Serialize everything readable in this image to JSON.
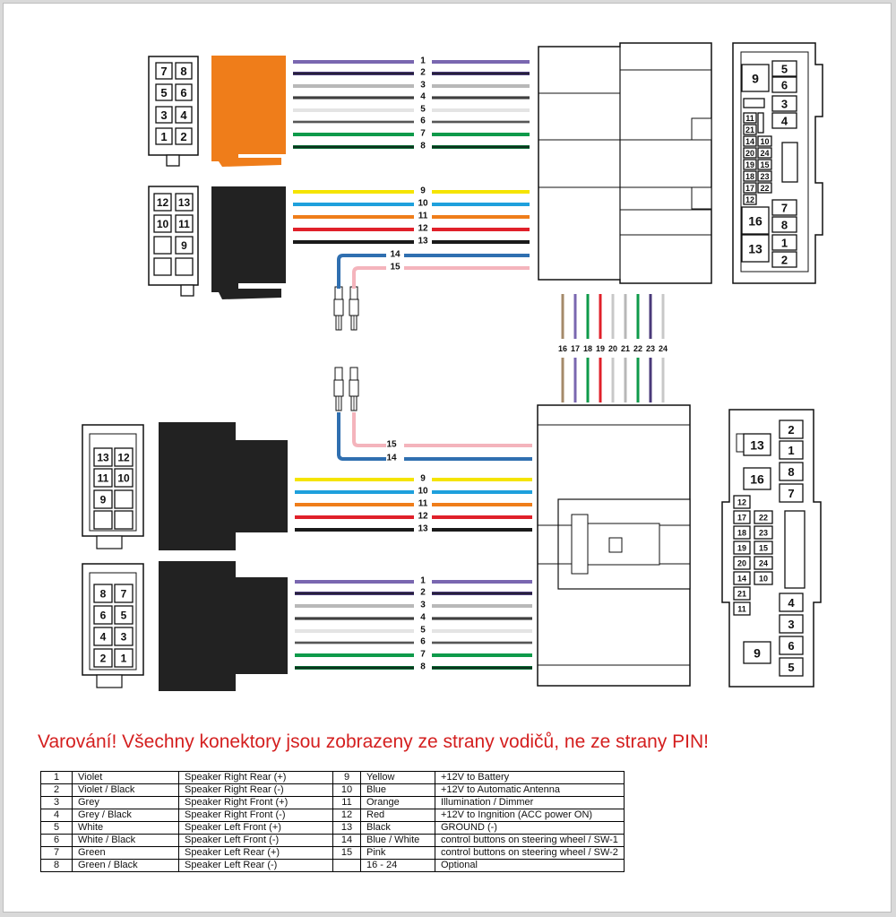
{
  "pins": {
    "p1": "1",
    "p2": "2",
    "p3": "3",
    "p4": "4",
    "p5": "5",
    "p6": "6",
    "p7": "7",
    "p8": "8",
    "p9": "9",
    "p10": "10",
    "p11": "11",
    "p12": "12",
    "p13": "13",
    "p14": "14",
    "p15": "15",
    "p16": "16",
    "p17": "17",
    "p18": "18",
    "p19": "19",
    "p20": "20",
    "p21": "21",
    "p22": "22",
    "p23": "23",
    "p24": "24"
  },
  "wire_colors": {
    "violet": "#7a67b0",
    "violet_black": "#4a3a7a",
    "grey": "#b8b8b8",
    "grey_black": "#8c8c8c",
    "white": "#e8e8e8",
    "white_black": "#c8c8c8",
    "green": "#0e9a4a",
    "green_black": "#0a6a34",
    "yellow": "#f5e400",
    "blue": "#1ea0dc",
    "orange": "#ef7d1a",
    "red": "#e0202a",
    "black": "#1a1a1a",
    "blue_white": "#2f6fb0",
    "pink": "#f4b4bc",
    "brown": "#a58a6a",
    "connector_orange": "#ef7d1a",
    "connector_black": "#222222"
  },
  "warning": "Varování! Všechny konektory jsou zobrazeny ze strany vodičů, ne ze strany PIN!",
  "legend": [
    {
      "n1": "1",
      "c1": "Violet",
      "d1": "Speaker Right Rear (+)",
      "n2": "9",
      "c2": "Yellow",
      "d2": "+12V to Battery"
    },
    {
      "n1": "2",
      "c1": "Violet / Black",
      "d1": "Speaker Right Rear (-)",
      "n2": "10",
      "c2": "Blue",
      "d2": "+12V to Automatic Antenna"
    },
    {
      "n1": "3",
      "c1": "Grey",
      "d1": "Speaker Right Front (+)",
      "n2": "11",
      "c2": "Orange",
      "d2": "Illumination / Dimmer"
    },
    {
      "n1": "4",
      "c1": "Grey / Black",
      "d1": "Speaker Right Front (-)",
      "n2": "12",
      "c2": "Red",
      "d2": "+12V to Ingnition (ACC power ON)"
    },
    {
      "n1": "5",
      "c1": "White",
      "d1": "Speaker Left Front (+)",
      "n2": "13",
      "c2": "Black",
      "d2": "GROUND (-)"
    },
    {
      "n1": "6",
      "c1": "White / Black",
      "d1": "Speaker Left Front (-)",
      "n2": "14",
      "c2": "Blue / White",
      "d2": "control buttons on steering wheel / SW-1"
    },
    {
      "n1": "7",
      "c1": "Green",
      "d1": "Speaker Left Rear (+)",
      "n2": "15",
      "c2": "Pink",
      "d2": "control buttons on steering wheel / SW-2"
    },
    {
      "n1": "8",
      "c1": "Green / Black",
      "d1": "Speaker Left Rear (-)",
      "n2": "",
      "c2": "16 - 24",
      "d2": "Optional"
    }
  ]
}
